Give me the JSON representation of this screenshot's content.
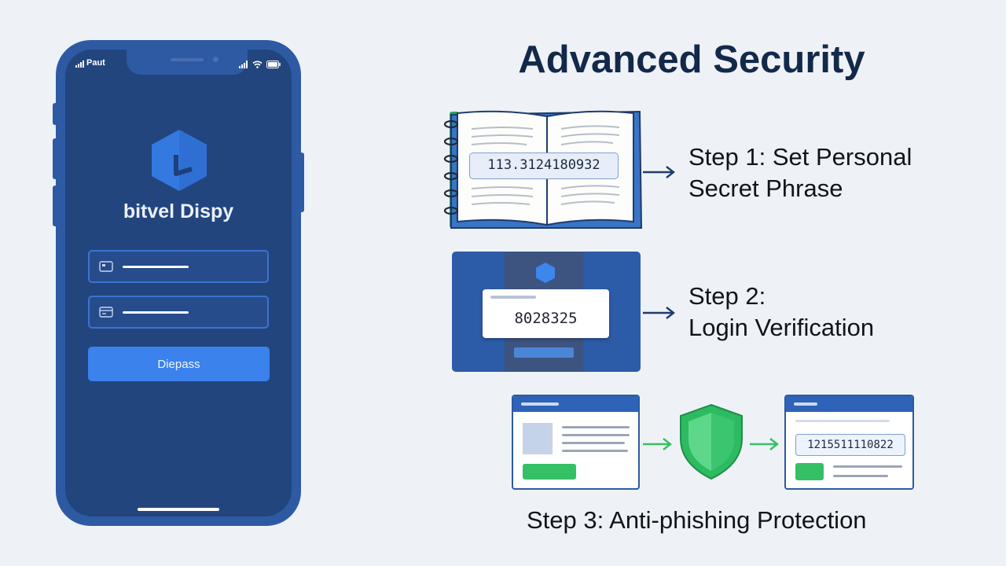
{
  "phone": {
    "status": {
      "carrier": "Paut",
      "icons": [
        "signal-bars-icon",
        "wifi-icon",
        "battery-icon"
      ]
    },
    "app_name": "bitvel Dispy",
    "logo_icon": "hexagon-logo-icon",
    "fields": [
      {
        "icon": "card-icon"
      },
      {
        "icon": "credit-card-icon"
      }
    ],
    "login_button_label": "Diepass"
  },
  "title": "Advanced Security",
  "steps": {
    "step1": {
      "line1": "Step 1: Set Personal",
      "line2": "Secret Phrase",
      "secret_code": "113.3124180932"
    },
    "step2": {
      "line1": "Step 2:",
      "line2": "Login Verification",
      "code": "8028325"
    },
    "step3": {
      "label": "Step 3: Anti-phishing Protection",
      "code": "1215511110822",
      "shield_icon": "shield-icon"
    }
  },
  "colors": {
    "phone_body": "#2d5aa3",
    "phone_screen": "#22457e",
    "accent_blue": "#3b82ec",
    "title": "#13294a",
    "green": "#35c065"
  }
}
